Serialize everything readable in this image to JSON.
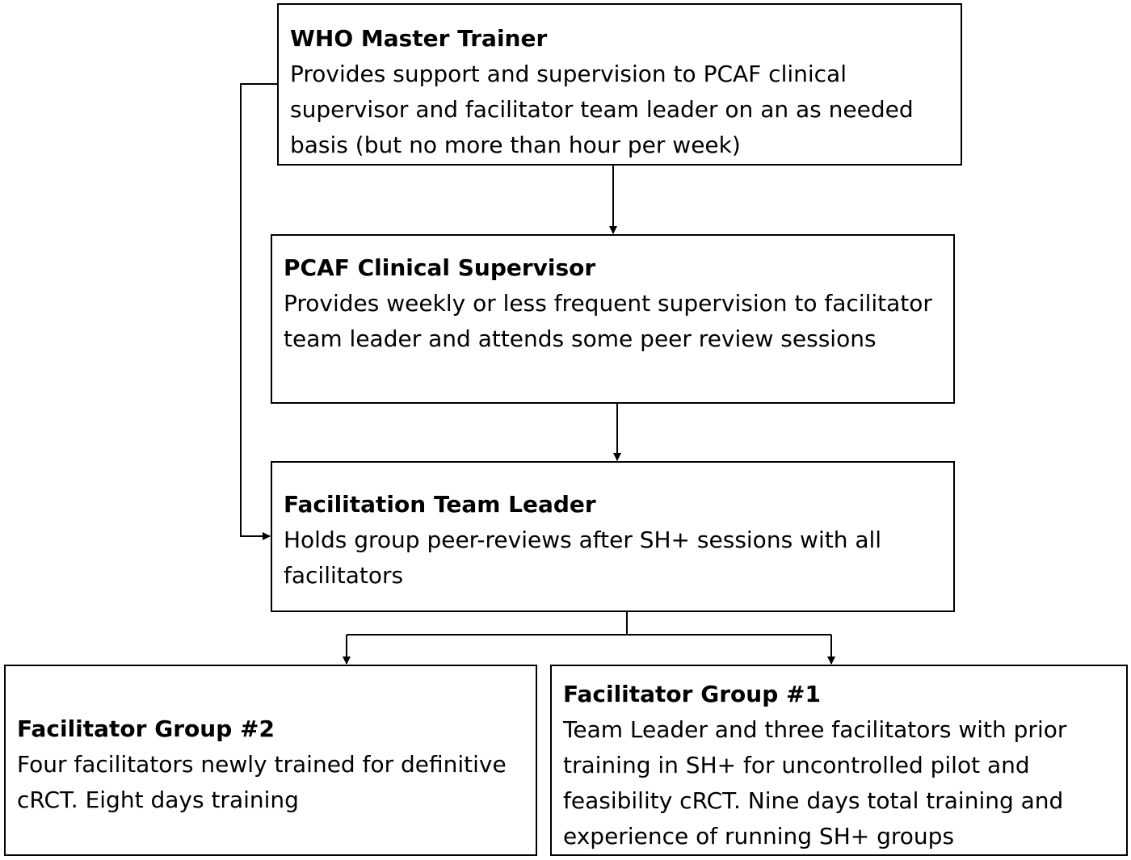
{
  "nodes": {
    "who_master_trainer": {
      "title": "WHO Master Trainer",
      "text": "Provides support and supervision to PCAF clinical supervisor and  facilitator team leader on an as needed basis (but no more than  hour per week)"
    },
    "pcaf_clinical_supervisor": {
      "title": "PCAF Clinical Supervisor",
      "text": "Provides weekly or less frequent supervision to facilitator team leader and attends some peer review sessions"
    },
    "facilitation_team_leader": {
      "title": "Facilitation Team Leader",
      "text": "Holds group peer-reviews after SH+ sessions with all facilitators"
    },
    "facilitator_group_2": {
      "title": "Facilitator Group #2",
      "text": "Four facilitators newly trained for definitive cRCT. Eight days training"
    },
    "facilitator_group_1": {
      "title": "Facilitator Group #1",
      "text": "Team Leader and three facilitators with prior training in SH+ for uncontrolled pilot and feasibility cRCT.  Nine days total training and experience of running SH+ groups"
    }
  },
  "edges": [
    {
      "from": "who_master_trainer",
      "to": "pcaf_clinical_supervisor"
    },
    {
      "from": "who_master_trainer",
      "to": "facilitation_team_leader"
    },
    {
      "from": "pcaf_clinical_supervisor",
      "to": "facilitation_team_leader"
    },
    {
      "from": "facilitation_team_leader",
      "to": "facilitator_group_2"
    },
    {
      "from": "facilitation_team_leader",
      "to": "facilitator_group_1"
    }
  ]
}
